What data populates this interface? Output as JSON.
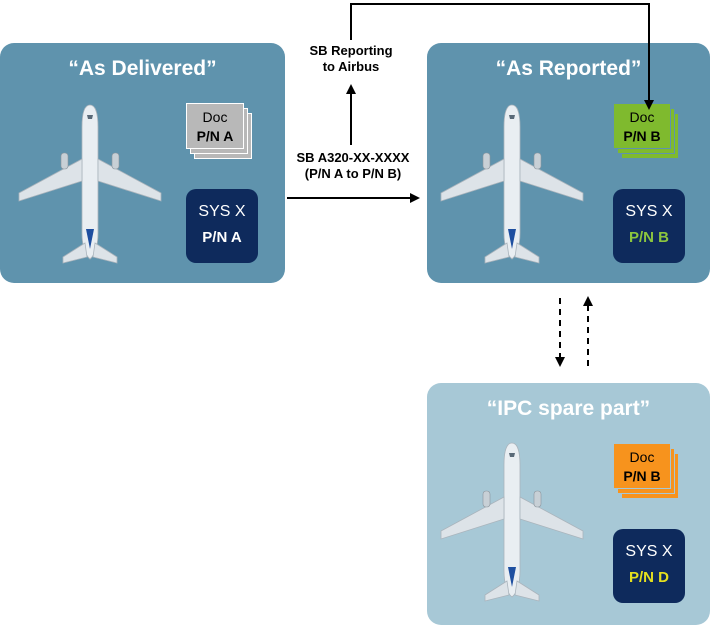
{
  "panels": {
    "delivered": {
      "title": "“As Delivered”",
      "color": "#5f93ad",
      "doc": {
        "label": "Doc",
        "pn": "P/N A",
        "color": "#b8b8b8"
      },
      "sys": {
        "label": "SYS X",
        "pn": "P/N A",
        "pn_color": "#ffffff"
      }
    },
    "reported": {
      "title": "“As Reported”",
      "color": "#5f93ad",
      "doc": {
        "label": "Doc",
        "pn": "P/N B",
        "color": "#7fba2e"
      },
      "sys": {
        "label": "SYS X",
        "pn": "P/N B",
        "pn_color": "#8cc63e"
      }
    },
    "ipc": {
      "title": "“IPC spare part”",
      "color": "#a7c8d6",
      "doc": {
        "label": "Doc",
        "pn": "P/N B",
        "color": "#f7931d"
      },
      "sys": {
        "label": "SYS X",
        "pn": "P/N D",
        "pn_color": "#e6e01e"
      }
    }
  },
  "flows": {
    "sb_label_line1": "SB A320-XX-XXXX",
    "sb_label_line2": "(P/N A to P/N B)",
    "reporting_line1": "SB Reporting",
    "reporting_line2": "to Airbus"
  },
  "colors": {
    "sys_box": "#0e2a5c"
  }
}
